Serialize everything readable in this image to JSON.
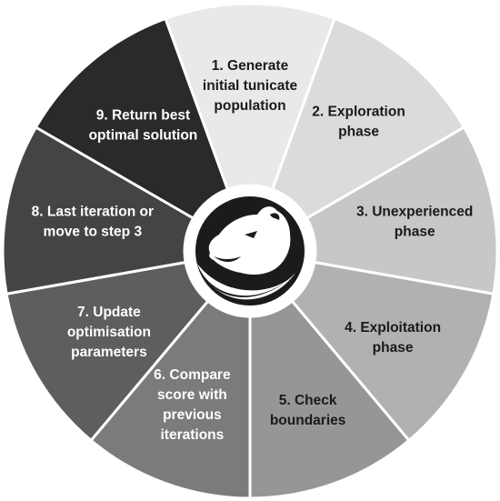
{
  "steps": [
    {
      "lines": [
        "1. Generate",
        "initial tunicate",
        "population"
      ],
      "fill": "#e9e9e9",
      "text_color": "#1a1a1a"
    },
    {
      "lines": [
        "2. Exploration",
        "phase"
      ],
      "fill": "#dbdbdb",
      "text_color": "#1a1a1a"
    },
    {
      "lines": [
        "3. Unexperienced",
        "phase"
      ],
      "fill": "#c7c7c7",
      "text_color": "#1a1a1a"
    },
    {
      "lines": [
        "4. Exploitation",
        "phase"
      ],
      "fill": "#b1b1b1",
      "text_color": "#1a1a1a"
    },
    {
      "lines": [
        "5. Check",
        "boundaries"
      ],
      "fill": "#969696",
      "text_color": "#1a1a1a"
    },
    {
      "lines": [
        "6. Compare",
        "score with",
        "previous",
        "iterations"
      ],
      "fill": "#7b7b7b",
      "text_color": "#ffffff"
    },
    {
      "lines": [
        "7. Update",
        "optimisation",
        "parameters"
      ],
      "fill": "#5e5e5e",
      "text_color": "#ffffff"
    },
    {
      "lines": [
        "8. Last iteration or",
        "move to step 3"
      ],
      "fill": "#444444",
      "text_color": "#ffffff"
    },
    {
      "lines": [
        "9. Return best",
        "optimal solution"
      ],
      "fill": "#2a2a2a",
      "text_color": "#ffffff"
    }
  ],
  "center_logo": {
    "icon": "panther-head-icon",
    "circle_color": "#1b1b1b",
    "emblem_color": "#ffffff"
  },
  "divider_color": "#ffffff"
}
